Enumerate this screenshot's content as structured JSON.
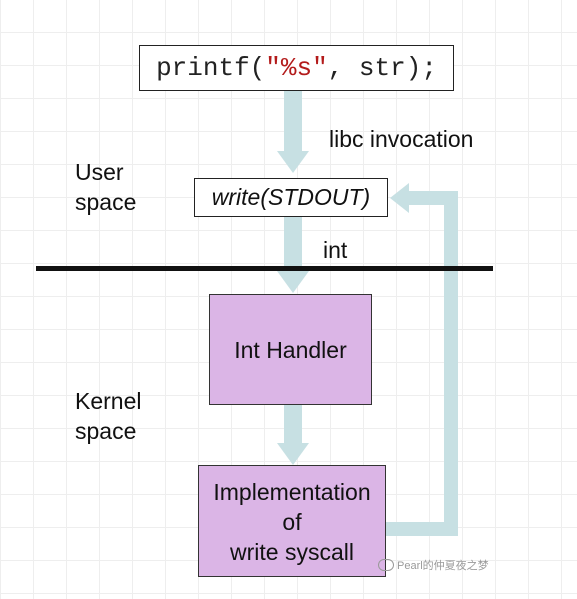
{
  "code_box": {
    "prefix": "printf(",
    "string_literal": "\"%s\"",
    "suffix": ", str);"
  },
  "call_box": {
    "text": "write(STDOUT)"
  },
  "labels": {
    "libc_invocation": "libc invocation",
    "int": "int",
    "user_space_line1": "User",
    "user_space_line2": "space",
    "kernel_space_line1": "Kernel",
    "kernel_space_line2": "space"
  },
  "int_handler": {
    "text": "Int Handler"
  },
  "implementation": {
    "line1": "Implementation",
    "line2": "of",
    "line3": "write syscall"
  },
  "watermark": {
    "text": "Pearl的仲夏夜之梦"
  },
  "colors": {
    "arrow": "#c7e0e3",
    "box_fill": "#dbb5e6",
    "divider": "#111111",
    "string_literal": "#b31b1b"
  }
}
